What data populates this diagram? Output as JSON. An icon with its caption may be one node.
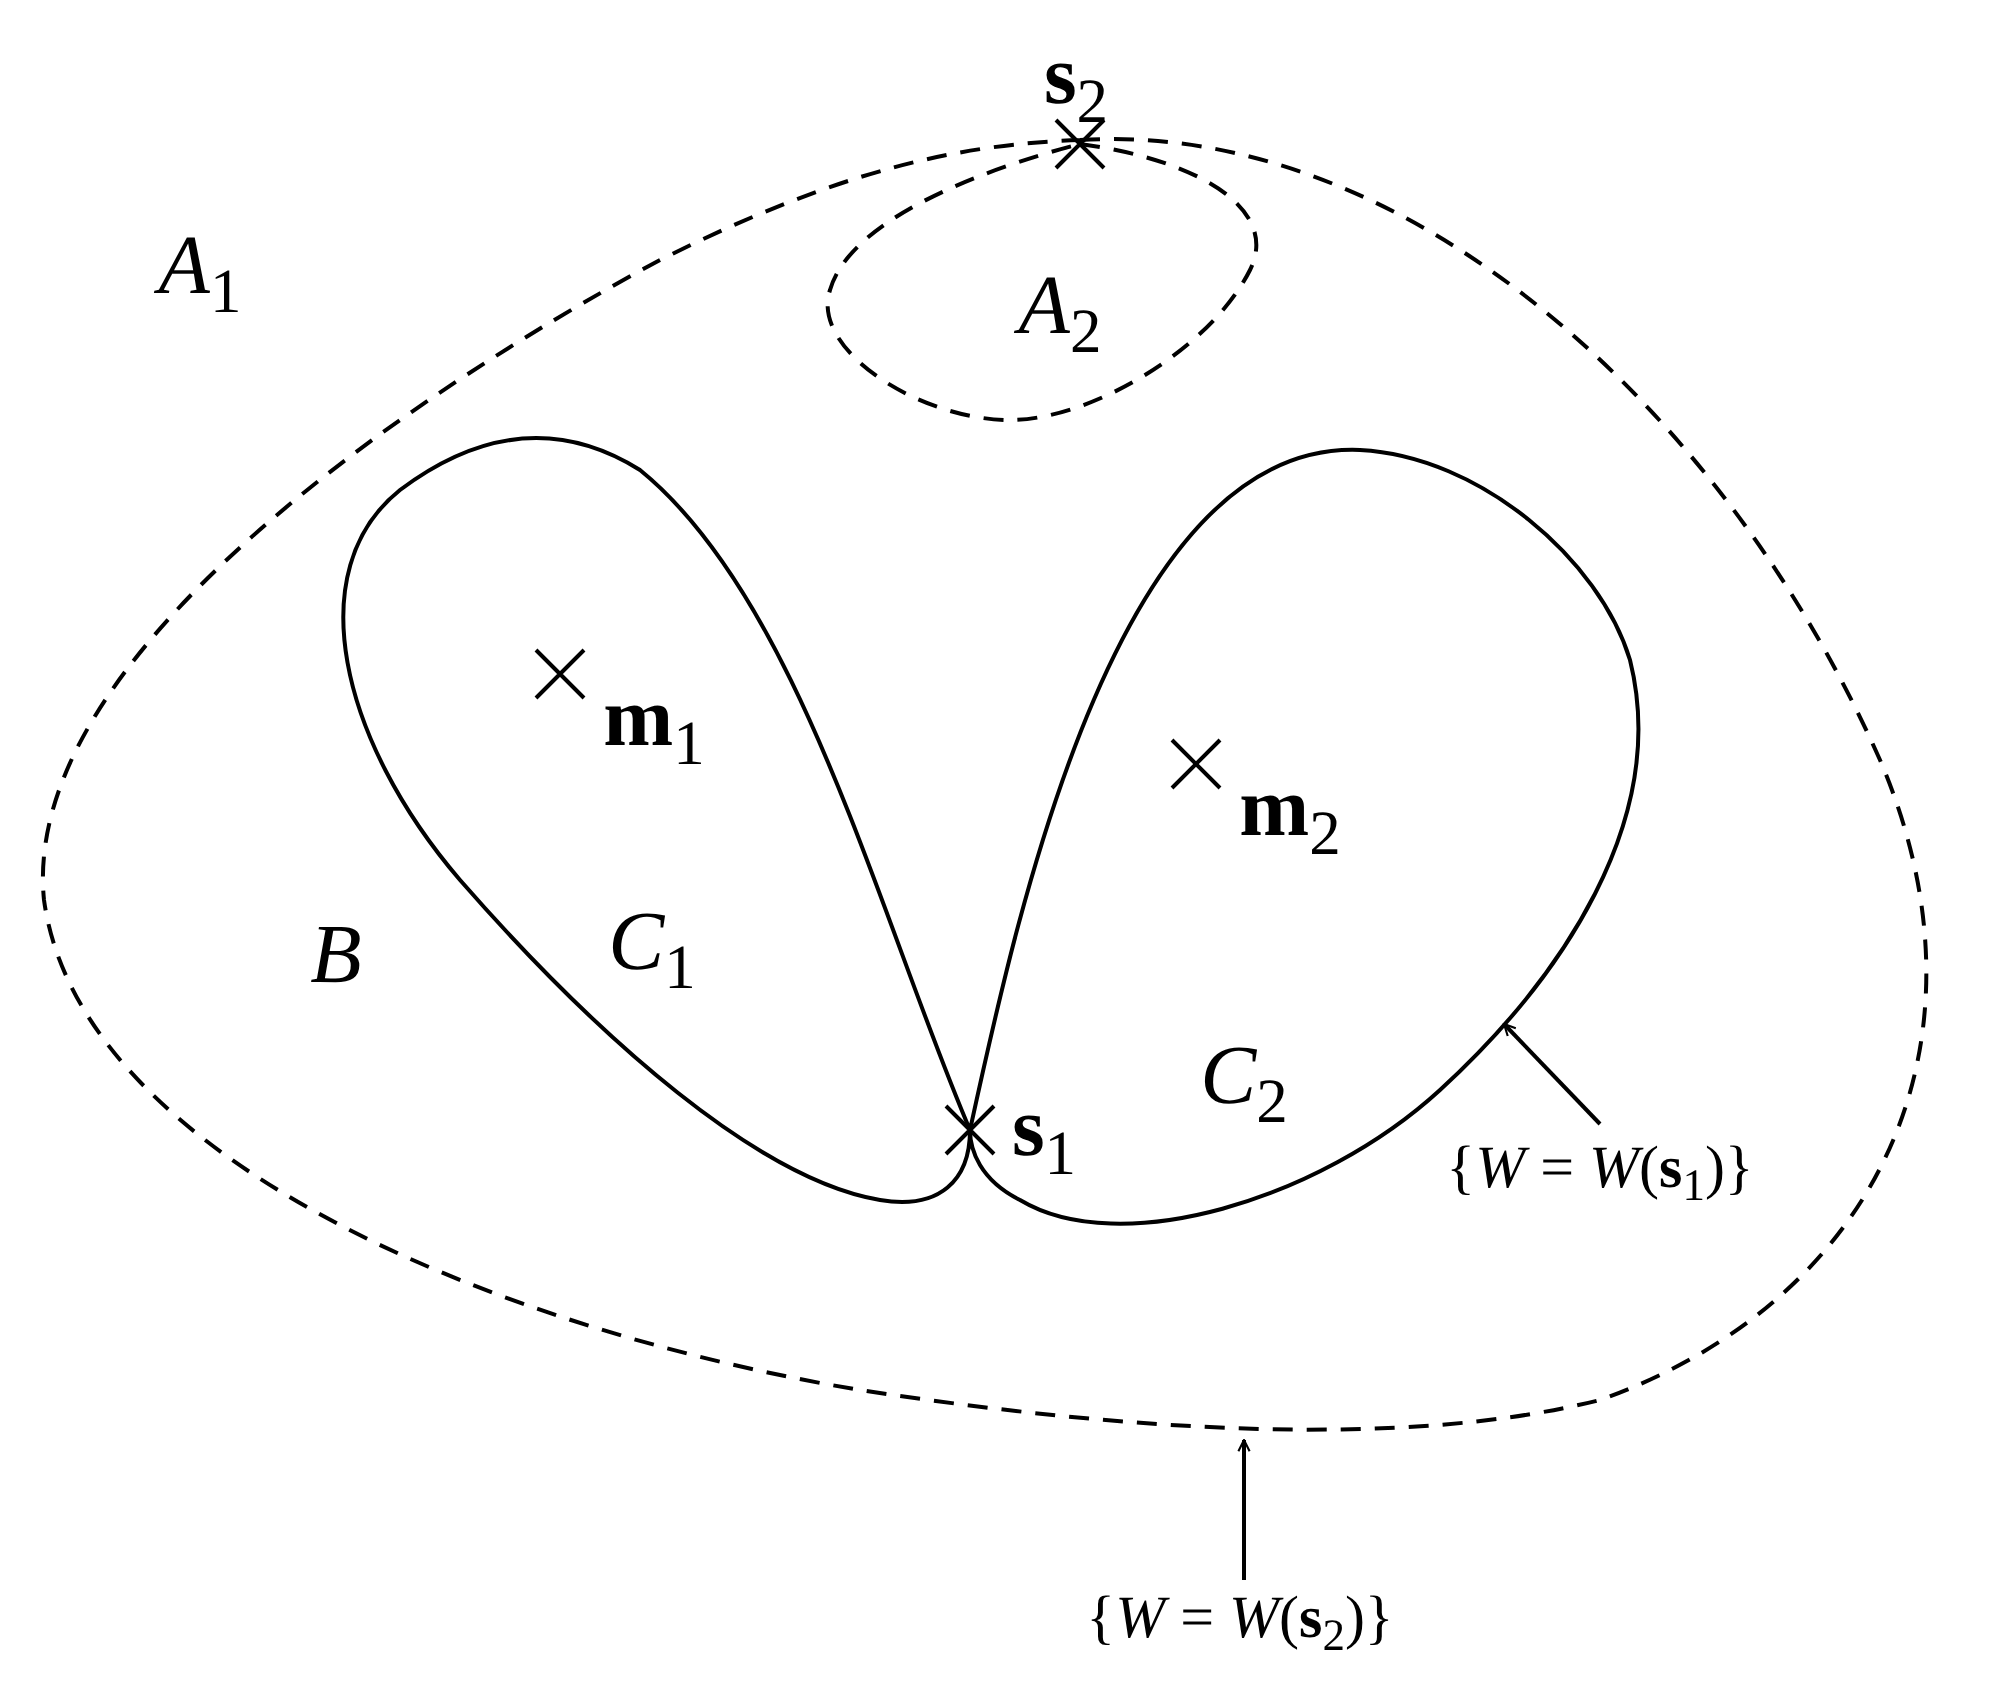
{
  "diagram": {
    "nodes": [
      {
        "text": [
          "{*W* = *W*(**s**$_{1}$)}"
        ]
      },
      {
        "text": [
          "{*W* = *W*(**s**$_{2}$)}"
        ]
      }
    ],
    "edges": [
      {
        "from": 0,
        "to": null,
        "arrow": "to"
      },
      {
        "from": 1,
        "to": null,
        "arrow": "to"
      }
    ],
    "labels": [
      "**s**$_{2}$",
      "*A*$_{1}$",
      "*A*$_{2}$",
      "**m**$_{1}$",
      "**m**$_{2}$",
      "*B*",
      "*C*$_{1}$",
      "*C*$_{2}$",
      "**s**$_{1}$"
    ]
  }
}
